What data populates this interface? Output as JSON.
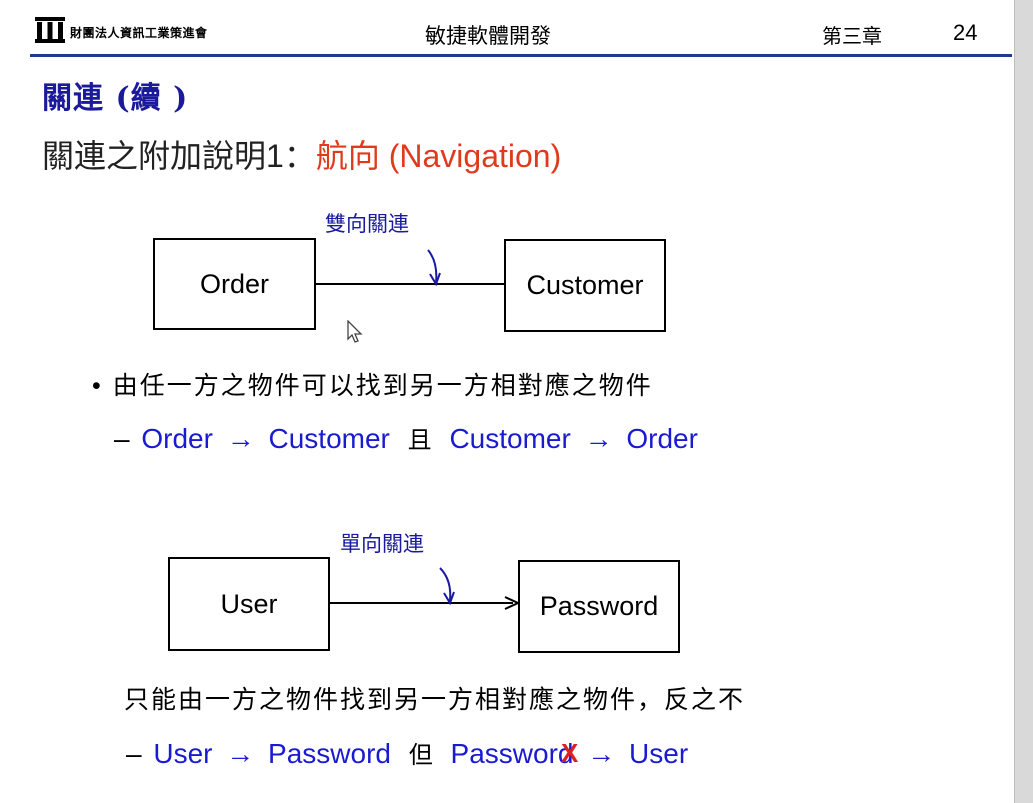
{
  "header": {
    "org": "財團法人資訊工業策進會",
    "course": "敏捷軟體開發",
    "chapter": "第三章",
    "page": "24",
    "logo_icon": "institute-logo-icon"
  },
  "title": "關連 (續 )",
  "subtitle": {
    "prefix": "關連之附加說明",
    "number": "1",
    "colon": "：",
    "accent": "航向 (Navigation)"
  },
  "diagram1": {
    "left": "Order",
    "right": "Customer",
    "label": "雙向關連"
  },
  "bullet": "由任一方之物件可以找到另一方相對應之物件",
  "line1": {
    "dash": "–",
    "a": "Order",
    "arrow": "→",
    "b": "Customer",
    "conj": "且",
    "c": "Customer",
    "d": "Order"
  },
  "diagram2": {
    "left": "User",
    "right": "Password",
    "label": "單向關連"
  },
  "text2": "只能由一方之物件找到另一方相對應之物件，反之不",
  "line2": {
    "dash": "–",
    "a": "User",
    "arrow": "→",
    "b": "Password",
    "conj": "但",
    "c": "Password",
    "d": "User",
    "strike": "X"
  },
  "colors": {
    "accent": "#e03a1e",
    "title": "#1a1a9a",
    "link": "#1a1ad0",
    "rule": "#1f3a93"
  }
}
